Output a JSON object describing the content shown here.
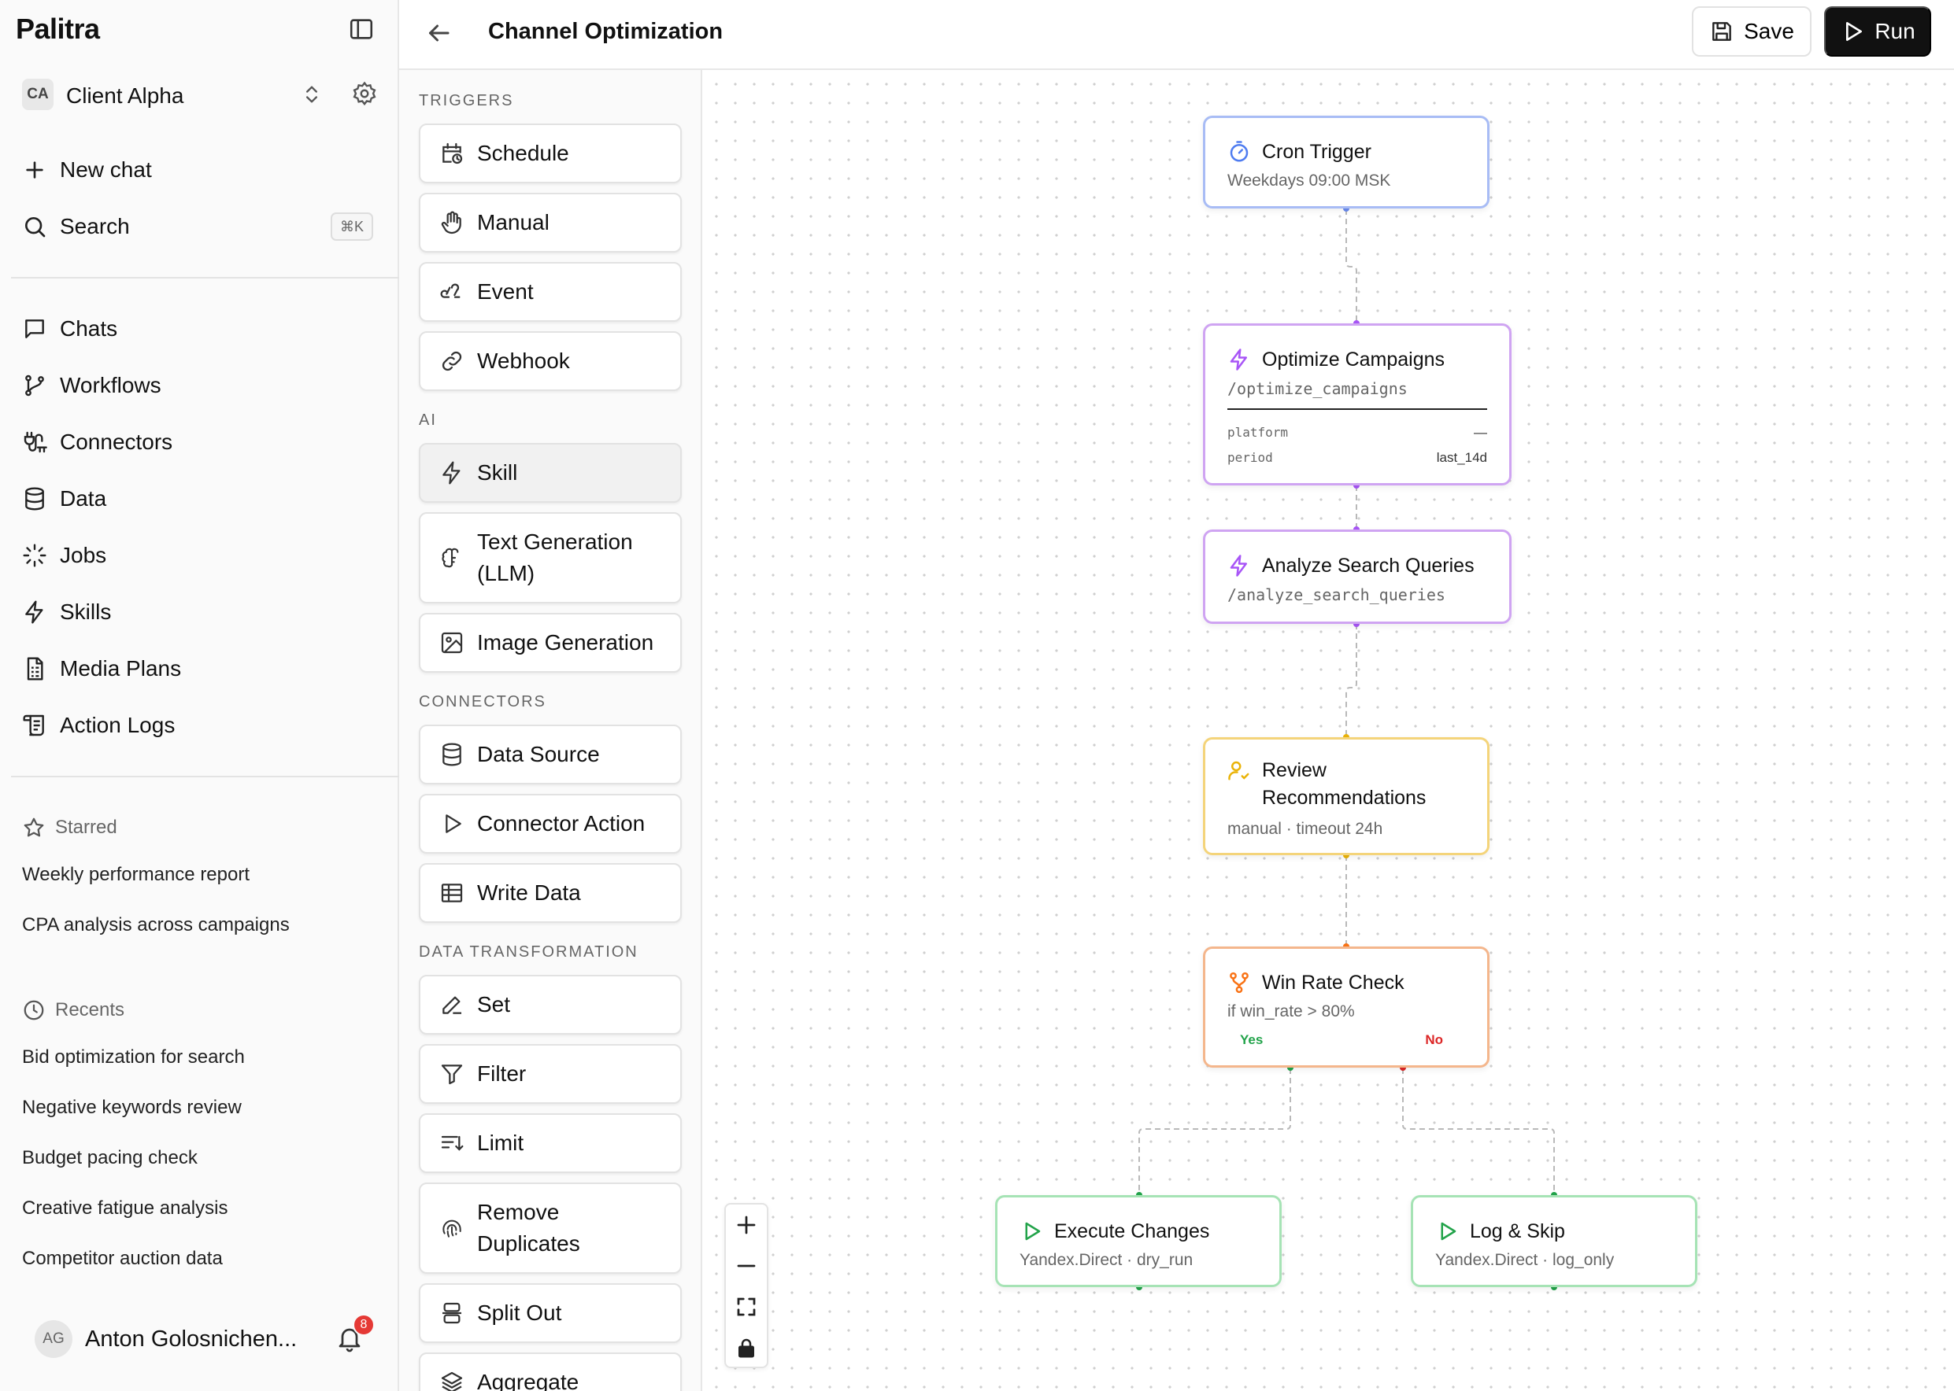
{
  "app": {
    "name": "Palitra"
  },
  "client": {
    "initials": "CA",
    "name": "Client Alpha"
  },
  "sidebar": {
    "new_chat": "New chat",
    "search": "Search",
    "search_shortcut": "⌘K",
    "nav": [
      {
        "label": "Chats",
        "icon": "chat-icon"
      },
      {
        "label": "Workflows",
        "icon": "workflow-icon"
      },
      {
        "label": "Connectors",
        "icon": "connector-icon"
      },
      {
        "label": "Data",
        "icon": "database-icon"
      },
      {
        "label": "Jobs",
        "icon": "jobs-icon"
      },
      {
        "label": "Skills",
        "icon": "lightning-icon"
      },
      {
        "label": "Media Plans",
        "icon": "document-icon"
      },
      {
        "label": "Action Logs",
        "icon": "scroll-icon"
      }
    ],
    "starred": {
      "title": "Starred",
      "items": [
        "Weekly performance report",
        "CPA analysis across campaigns"
      ]
    },
    "recents": {
      "title": "Recents",
      "items": [
        "Bid optimization for search",
        "Negative keywords review",
        "Budget pacing check",
        "Creative fatigue analysis",
        "Competitor auction data"
      ]
    },
    "user": {
      "initials": "AG",
      "name": "Anton Golosnichen...",
      "notifications": "8"
    }
  },
  "header": {
    "title": "Channel Optimization",
    "save_label": "Save",
    "run_label": "Run"
  },
  "palette": {
    "triggers": {
      "title": "TRIGGERS",
      "items": [
        "Schedule",
        "Manual",
        "Event",
        "Webhook"
      ]
    },
    "ai": {
      "title": "AI",
      "items": [
        "Skill",
        "Text Generation (LLM)",
        "Image Generation"
      ]
    },
    "connectors": {
      "title": "CONNECTORS",
      "items": [
        "Data Source",
        "Connector Action",
        "Write Data"
      ]
    },
    "transformation": {
      "title": "DATA TRANSFORMATION",
      "items": [
        "Set",
        "Filter",
        "Limit",
        "Remove Duplicates",
        "Split Out",
        "Aggregate"
      ]
    }
  },
  "nodes": {
    "cron": {
      "title": "Cron Trigger",
      "subtitle": "Weekdays 09:00 MSK"
    },
    "optimize": {
      "title": "Optimize Campaigns",
      "command": "/optimize_campaigns",
      "params": [
        {
          "key": "platform",
          "value": "—"
        },
        {
          "key": "period",
          "value": "last_14d"
        }
      ]
    },
    "analyze": {
      "title": "Analyze Search Queries",
      "command": "/analyze_search_queries"
    },
    "review": {
      "title": "Review Recommendations",
      "subtitle": "manual · timeout 24h"
    },
    "winrate": {
      "title": "Win Rate Check",
      "subtitle": "if win_rate > 80%",
      "yes": "Yes",
      "no": "No"
    },
    "execute": {
      "title": "Execute Changes",
      "subtitle": "Yandex.Direct · dry_run"
    },
    "logskip": {
      "title": "Log & Skip",
      "subtitle": "Yandex.Direct · log_only"
    }
  },
  "colors": {
    "trigger": "#a8bcf5",
    "skill": "#cfa4f2",
    "review": "#f4d47a",
    "condition": "#f4b68c",
    "action": "#a6e3b5",
    "yes": "#22a34a",
    "no": "#dc2626"
  }
}
